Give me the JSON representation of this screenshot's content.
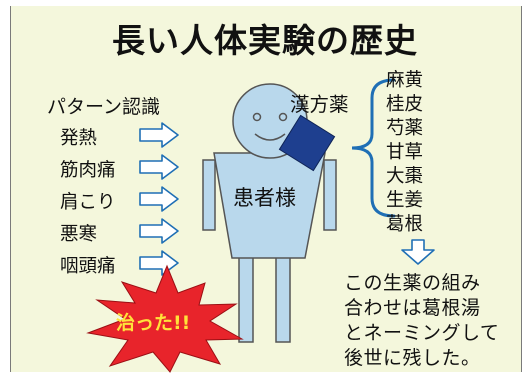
{
  "title": "長い人体実験の歴史",
  "pattern_label": "パターン認識",
  "symptoms": [
    "発熱",
    "筋肉痛",
    "肩こり",
    "悪寒",
    "咽頭痛"
  ],
  "kampo_label": "漢方薬",
  "herbs": [
    "麻黄",
    "桂皮",
    "芍薬",
    "甘草",
    "大棗",
    "生姜",
    "葛根"
  ],
  "patient_label": "患者様",
  "cured_label": "治った!!",
  "note_lines": [
    "この生薬の組み",
    "合わせは葛根湯",
    "とネーミングして",
    "後世に残した。"
  ],
  "colors": {
    "title": "#2f9a3f",
    "background": "#f4f7dc",
    "figure_fill": "#b9d8ec",
    "medicine": "#1e3f8f",
    "arrow_fill": "#ffffff",
    "arrow_stroke": "#1f6fb5",
    "starburst": "#e8242b",
    "cured_text": "#ffe23a"
  }
}
